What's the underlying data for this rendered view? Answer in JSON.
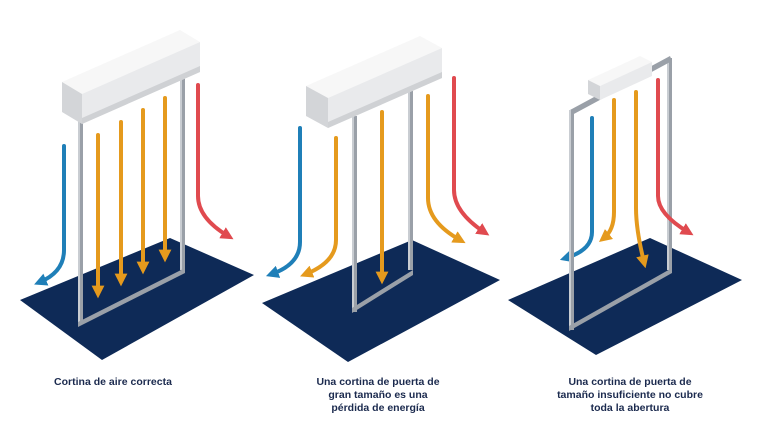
{
  "captions": [
    {
      "lines": [
        "Cortina de aire correcta"
      ]
    },
    {
      "lines": [
        "Una cortina de puerta de",
        "gran tamaño es una",
        "pérdida de energía"
      ]
    },
    {
      "lines": [
        "Una cortina de puerta de",
        "tamaño insuficiente no cubre",
        "toda la abertura"
      ]
    }
  ],
  "colors": {
    "floor": "#0e2a57",
    "frame": "#9aa0a8",
    "frame_highlight": "#c9cdd2",
    "unit_top": "#f7f7f7",
    "unit_front": "#e9eaec",
    "unit_side": "#d3d5d8",
    "curtain_air": "#e59a1d",
    "outside_cold": "#1f7fb8",
    "inside_warm": "#e04a4f",
    "caption": "#1b2a4e"
  },
  "icons": [
    "air-curtain-unit",
    "door-frame",
    "floor-tile",
    "airflow-arrow"
  ]
}
